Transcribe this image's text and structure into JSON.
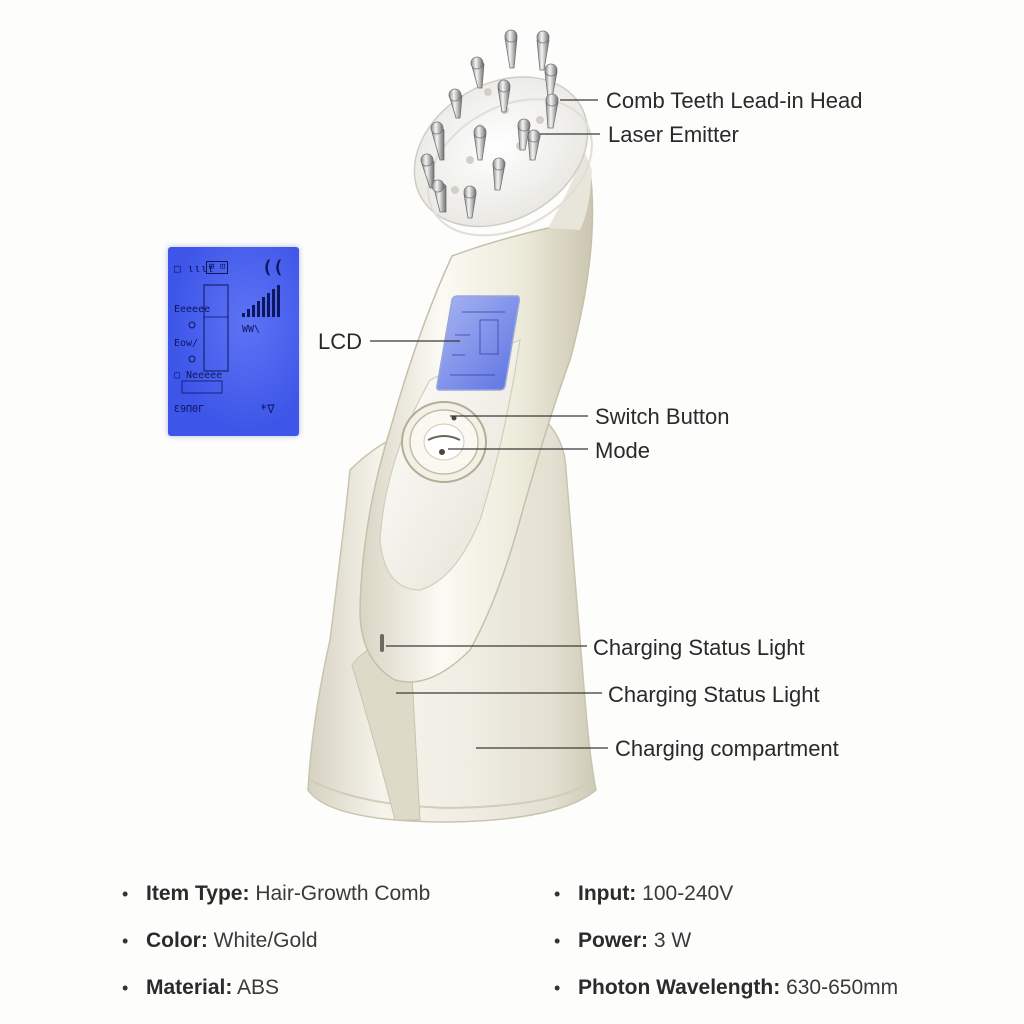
{
  "callouts": {
    "comb_teeth": "Comb Teeth Lead-in Head",
    "laser_emitter": "Laser Emitter",
    "lcd": "LCD",
    "switch_button": "Switch Button",
    "mode": "Mode",
    "charging_light_1": "Charging Status Light",
    "charging_light_2": "Charging Status Light",
    "charging_compartment": "Charging compartment"
  },
  "lcd_display": {
    "line1": "□ ιιιι",
    "line2": "Eeeeee",
    "line3": "Eow/",
    "line4": "▢ Neeeee",
    "line5": "Ɛ9ΠΘΓ",
    "icon_right": "((",
    "signal_text": "WW\\",
    "bottom_right": "*∇"
  },
  "specs": {
    "left": [
      {
        "label": "Item Type:",
        "value": "Hair-Growth Comb"
      },
      {
        "label": "Color:",
        "value": "White/Gold"
      },
      {
        "label": "Material:",
        "value": "ABS"
      }
    ],
    "right": [
      {
        "label": "Input:",
        "value": "100-240V"
      },
      {
        "label": "Power:",
        "value": "3 W"
      },
      {
        "label": "Photon Wavelength:",
        "value": "630-650mm"
      }
    ]
  },
  "colors": {
    "body": "#efeee6",
    "lcd_blue": "#3d55e8",
    "leader_line": "#3a3a3a"
  }
}
